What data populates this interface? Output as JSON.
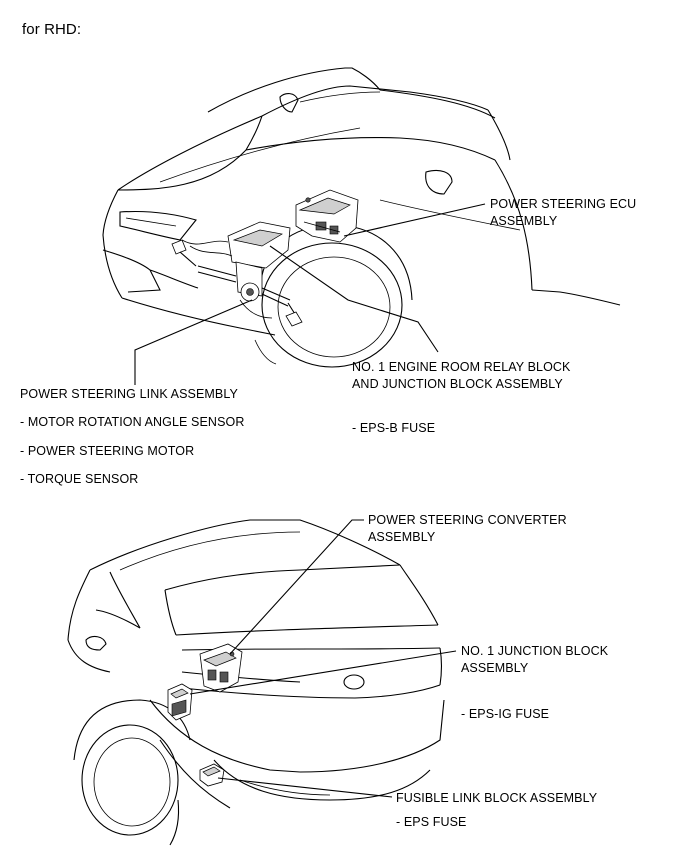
{
  "header": {
    "title": "for RHD:"
  },
  "front": {
    "ecu": {
      "line1": "POWER STEERING ECU",
      "line2": "ASSEMBLY"
    },
    "relay_block": {
      "line1": "NO. 1 ENGINE ROOM RELAY BLOCK",
      "line2": "AND JUNCTION BLOCK ASSEMBLY",
      "sub": "- EPS-B FUSE"
    },
    "link_assembly": {
      "title": "POWER STEERING LINK ASSEMBLY",
      "items": [
        "- MOTOR ROTATION ANGLE SENSOR",
        "- POWER STEERING MOTOR",
        "- TORQUE SENSOR"
      ]
    }
  },
  "rear": {
    "converter": {
      "line1": "POWER STEERING CONVERTER",
      "line2": "ASSEMBLY"
    },
    "junction_block": {
      "line1": "NO. 1 JUNCTION BLOCK",
      "line2": "ASSEMBLY",
      "sub": "- EPS-IG FUSE"
    },
    "fusible_link": {
      "line1": "FUSIBLE LINK BLOCK ASSEMBLY",
      "sub": "- EPS FUSE"
    }
  }
}
